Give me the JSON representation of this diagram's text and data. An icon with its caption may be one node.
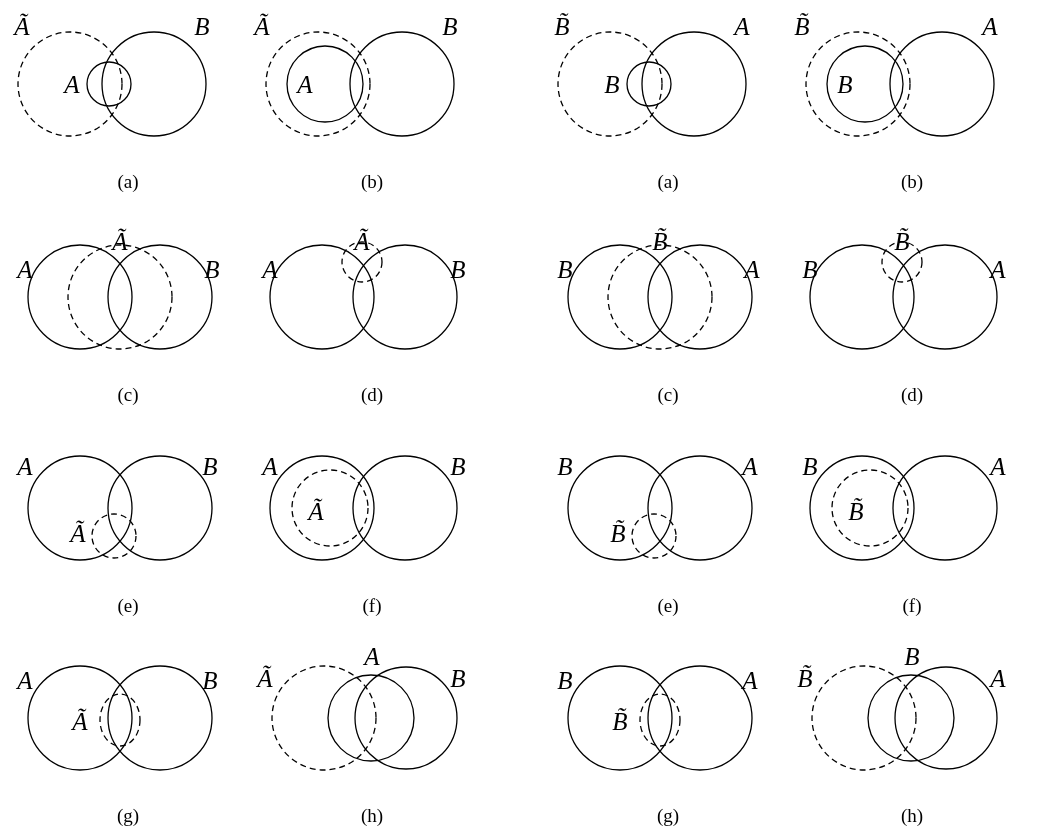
{
  "diagram": {
    "labels": [
      "Ã",
      "B",
      "A",
      "(a)",
      "Ã",
      "B",
      "A",
      "(b)",
      "B̃",
      "A",
      "B",
      "(a)",
      "B̃",
      "A",
      "B",
      "(b)",
      "A",
      "Ã",
      "B",
      "(c)",
      "A",
      "Ã",
      "B",
      "(d)",
      "B",
      "B̃",
      "A",
      "(c)",
      "B",
      "B̃",
      "A",
      "(d)",
      "A",
      "B",
      "Ã",
      "(e)",
      "A",
      "B",
      "Ã",
      "(f)",
      "B",
      "A",
      "B̃",
      "(e)",
      "B",
      "A",
      "B̃",
      "(f)",
      "A",
      "B",
      "Ã",
      "(g)",
      "Ã",
      "A",
      "B",
      "(h)",
      "B",
      "A",
      "B̃",
      "(g)",
      "B̃",
      "B",
      "A",
      "(h)"
    ]
  }
}
